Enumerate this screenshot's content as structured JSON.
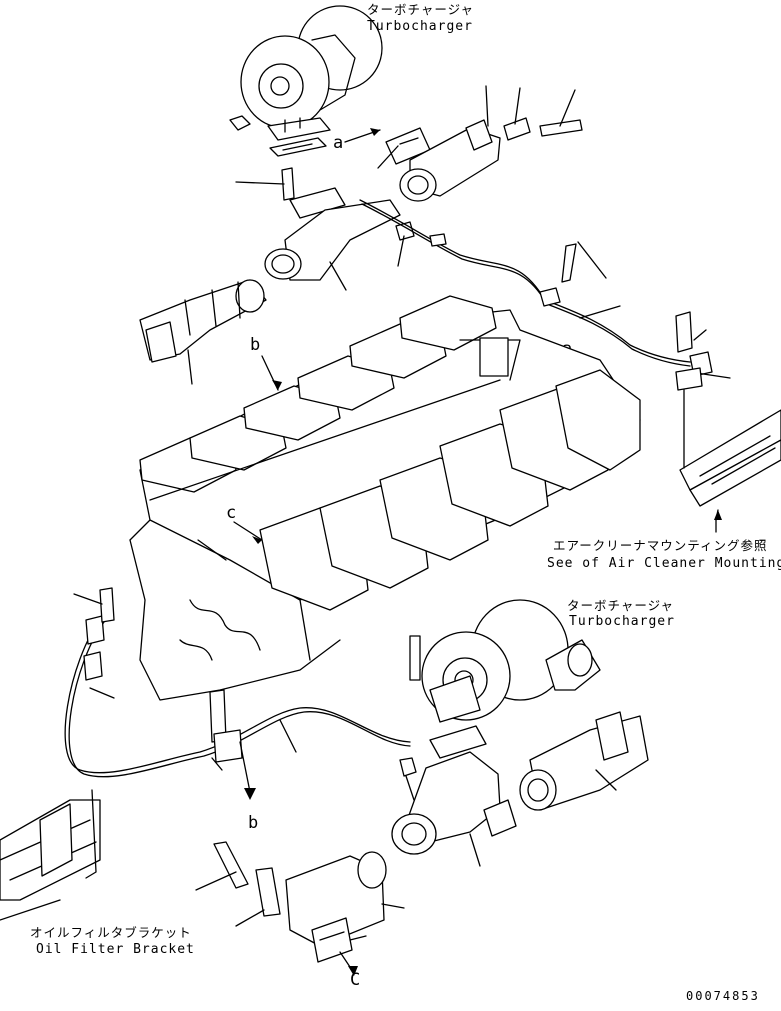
{
  "labels": {
    "turbo_top_jp": "ターボチャージャ",
    "turbo_top_en": "Turbocharger",
    "turbo_bottom_jp": "ターボチャージャ",
    "turbo_bottom_en": "Turbocharger",
    "air_cleaner_jp": "エアークリーナマウンティング参照",
    "air_cleaner_en": "See of Air Cleaner Mounting",
    "oil_filter_jp": "オイルフィルタブラケット",
    "oil_filter_en": "Oil Filter Bracket"
  },
  "refs": {
    "a1": "a",
    "a2": "a",
    "b1": "b",
    "b2": "b",
    "c1": "c",
    "c2": "C"
  },
  "drawing_number": "00074853"
}
